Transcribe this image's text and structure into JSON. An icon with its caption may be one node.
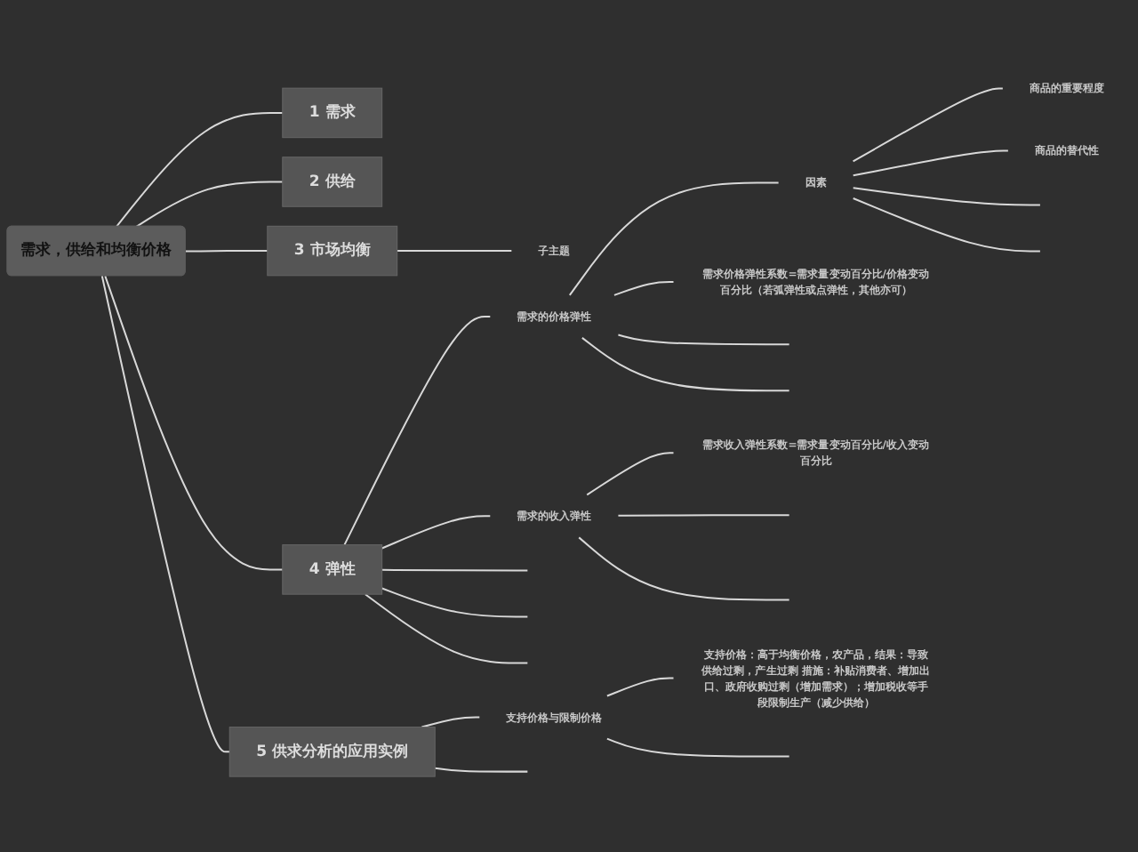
{
  "diagram": {
    "nodes": [
      {
        "text": [
          "需求，供给和均衡价格"
        ]
      },
      {
        "text": [
          "1",
          "需求"
        ]
      },
      {
        "text": [
          "2",
          "供给"
        ]
      },
      {
        "text": [
          "3",
          "市场均衡"
        ]
      },
      {
        "text": [
          "子主题"
        ]
      },
      {
        "text": [
          "4",
          "弹性"
        ]
      },
      {
        "text": [
          "需求的价格弹性"
        ]
      },
      {
        "text": [
          "因素"
        ]
      },
      {
        "text": [
          "商品的重要程度"
        ]
      },
      {
        "text": [
          "商品的替代性"
        ]
      },
      {
        "text": [
          "需求价格弹性系数=需求量变动百分比/价格变动百分比（若弧弹性或点弹性，其他亦可）"
        ]
      },
      {
        "text": [
          "需求的收入弹性"
        ]
      },
      {
        "text": [
          "需求收入弹性系数=需求量变动百分比/收入变动百分比"
        ]
      },
      {
        "text": [
          "5",
          "供求分析的应用实例"
        ]
      },
      {
        "text": [
          "支持价格与限制价格"
        ]
      },
      {
        "text": [
          "支持价格：高于均衡价格，农产品，结果：导致供给过剩，产生过剩 措施：补贴消费者、增加出口、政府收购过剩（增加需求）；增加税收等手段限制生产（减少供给）"
        ]
      }
    ],
    "edges": [
      {
        "from": 0,
        "to": 1,
        "arrow": "none"
      },
      {
        "from": 0,
        "to": 2,
        "arrow": "none"
      },
      {
        "from": 0,
        "to": 3,
        "arrow": "none"
      },
      {
        "from": 3,
        "to": 4,
        "arrow": "none"
      },
      {
        "from": 0,
        "to": 5,
        "arrow": "none"
      },
      {
        "from": 5,
        "to": 6,
        "arrow": "none"
      },
      {
        "from": 6,
        "to": 7,
        "arrow": "none"
      },
      {
        "from": 7,
        "to": 8,
        "arrow": "none"
      },
      {
        "from": 7,
        "to": 9,
        "arrow": "none"
      },
      {
        "from": 7,
        "to": null,
        "arrow": "none"
      },
      {
        "from": 7,
        "to": null,
        "arrow": "none"
      },
      {
        "from": 6,
        "to": 10,
        "arrow": "none"
      },
      {
        "from": 6,
        "to": null,
        "arrow": "none"
      },
      {
        "from": 6,
        "to": null,
        "arrow": "none"
      },
      {
        "from": 5,
        "to": 11,
        "arrow": "none"
      },
      {
        "from": 11,
        "to": 12,
        "arrow": "none"
      },
      {
        "from": 11,
        "to": null,
        "arrow": "none"
      },
      {
        "from": 11,
        "to": null,
        "arrow": "none"
      },
      {
        "from": 5,
        "to": null,
        "arrow": "none"
      },
      {
        "from": 5,
        "to": null,
        "arrow": "none"
      },
      {
        "from": 5,
        "to": null,
        "arrow": "none"
      },
      {
        "from": 0,
        "to": 13,
        "arrow": "none"
      },
      {
        "from": 13,
        "to": 14,
        "arrow": "none"
      },
      {
        "from": 14,
        "to": 15,
        "arrow": "none"
      },
      {
        "from": 14,
        "to": null,
        "arrow": "none"
      },
      {
        "from": 13,
        "to": null,
        "arrow": "none"
      }
    ]
  }
}
